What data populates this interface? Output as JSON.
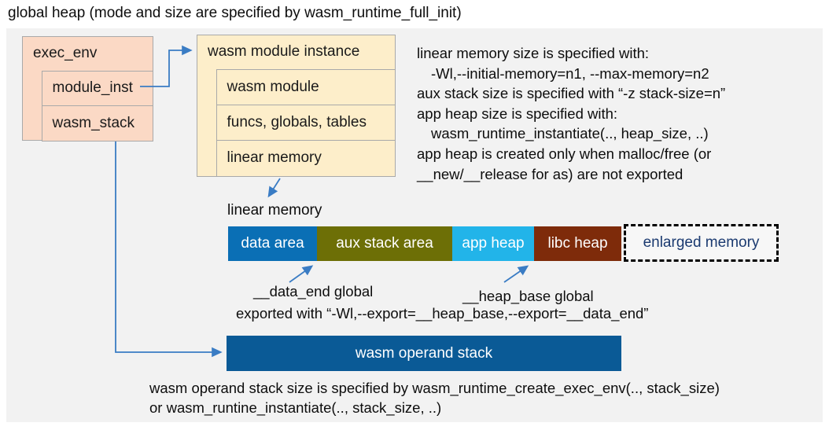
{
  "title": "global heap (mode and size are specified by wasm_runtime_full_init)",
  "colors": {
    "canvas_bg": "#f2f2f2",
    "peach_fill": "#fbd9c5",
    "cream_fill": "#fdeeca",
    "box_border": "#a9a9a9",
    "data_area": "#0a6fb5",
    "aux_stack_area": "#6d6f06",
    "app_heap": "#22b4e9",
    "libc_heap": "#7e2b0a",
    "enlarged_memory_text": "#1b3a70",
    "operand_stack": "#0a5a96",
    "arrow": "#3a7cc4"
  },
  "exec_env": {
    "header": "exec_env",
    "rows": [
      "module_inst",
      "wasm_stack"
    ]
  },
  "module_instance": {
    "header": "wasm module instance",
    "rows": [
      "wasm module",
      "funcs, globals, tables",
      "linear memory"
    ]
  },
  "linear_memory": {
    "label": "linear memory",
    "segments": [
      {
        "label": "data area"
      },
      {
        "label": "aux stack area"
      },
      {
        "label": "app heap"
      },
      {
        "label": "libc heap"
      },
      {
        "label": "enlarged memory"
      }
    ]
  },
  "annotations": {
    "data_end_global": "__data_end global",
    "heap_base_global": "__heap_base global",
    "exported_with": "exported with “-Wl,--export=__heap_base,--export=__data_end”"
  },
  "notes_right": {
    "lines": [
      "linear memory size is specified with:",
      "-Wl,--initial-memory=n1, --max-memory=n2",
      "aux stack size is specified with “-z stack-size=n”",
      "app heap size is specified with:",
      "wasm_runtime_instantiate(.., heap_size, ..)",
      "app heap is created only when malloc/free (or",
      "__new/__release for as) are not exported"
    ]
  },
  "operand_stack": {
    "label": "wasm operand stack"
  },
  "notes_bottom": {
    "lines": [
      "wasm operand stack size is specified by wasm_runtime_create_exec_env(.., stack_size)",
      "or wasm_runtine_instantiate(.., stack_size, ..)"
    ]
  }
}
